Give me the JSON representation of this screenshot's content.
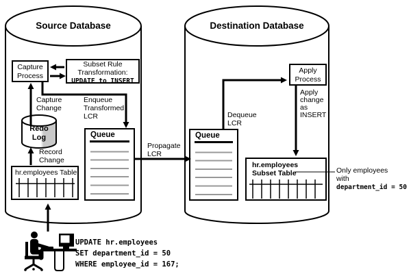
{
  "colors": {
    "ink": "#000000",
    "queue_line_gray": "#999999",
    "redo_shade_gray": "#c9c9c9"
  },
  "source": {
    "title": "Source Database",
    "capture_process_label": "Capture\nProcess",
    "subset_rule": {
      "label": "Subset Rule\nTransformation:",
      "code": "UPDATE to INSERT"
    },
    "redo_log_label": "Redo\nLog",
    "table_label": "hr.employees Table",
    "queue_title": "Queue",
    "labels": {
      "capture_change": "Capture\nChange",
      "enqueue": "Enqueue\nTransformed\nLCR",
      "record_change": "Record\nChange"
    }
  },
  "destination": {
    "title": "Destination Database",
    "apply_process_label": "Apply\nProcess",
    "queue_title": "Queue",
    "subset_table_label": "hr.employees\nSubset Table",
    "labels": {
      "dequeue": "Dequeue\nLCR",
      "apply_change": "Apply\nchange\nas\nINSERT"
    },
    "annotation": {
      "line1": "Only employees",
      "line2": "with",
      "code": "department_id = 50"
    }
  },
  "flow": {
    "propagate": "Propagate\nLCR"
  },
  "sql": {
    "lines": [
      "UPDATE hr.employees",
      "SET department_id = 50",
      "WHERE employee_id = 167;"
    ]
  }
}
